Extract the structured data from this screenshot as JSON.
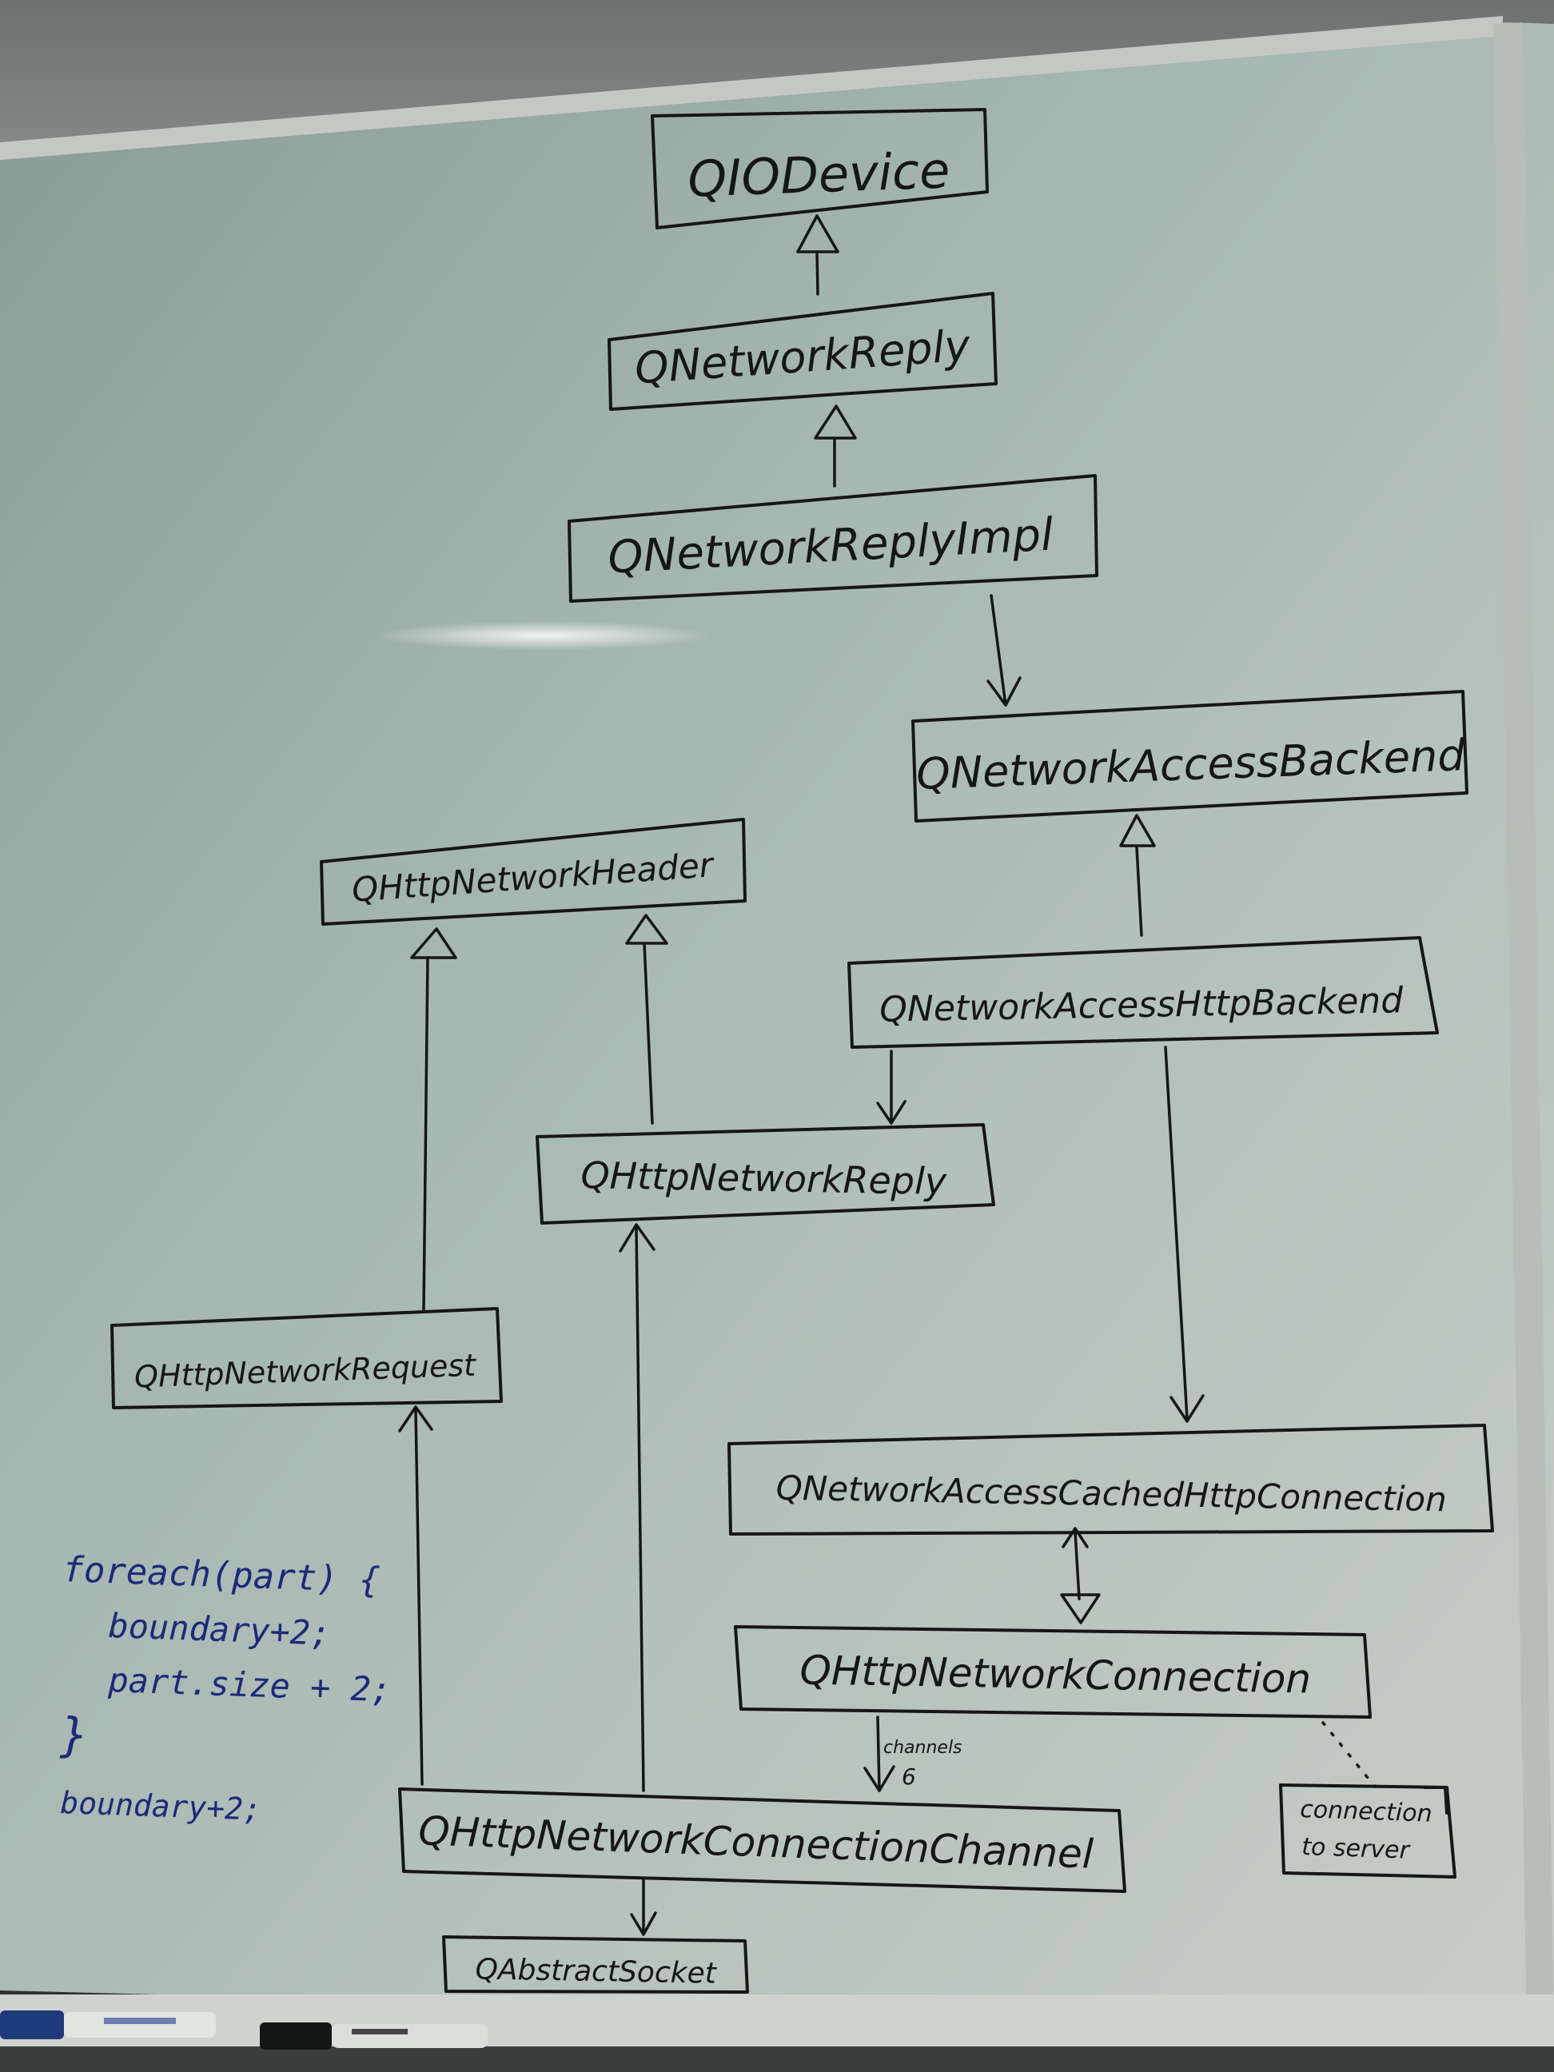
{
  "diagram": {
    "classes": {
      "qiodevice": "QIODevice",
      "qnetworkreply": "QNetworkReply",
      "qnetworkreplyimpl": "QNetworkReplyImpl",
      "qnetworkaccessbackend": "QNetworkAccessBackend",
      "qhttpnetworkheader": "QHttpNetworkHeader",
      "qnetworkaccesshttpbackend": "QNetworkAccessHttpBackend",
      "qhttpnetworkreply": "QHttpNetworkReply",
      "qhttpnetworkrequest": "QHttpNetworkRequest",
      "qnetworkaccesscachedhttpconnection": "QNetworkAccessCachedHttpConnection",
      "qhttpnetworkconnection": "QHttpNetworkConnection",
      "qhttpnetworkconnectionchannel": "QHttpNetworkConnectionChannel",
      "qabstractsocket": "QAbstractSocket"
    },
    "edge_labels": {
      "channels": "channels",
      "channels_count": "6"
    },
    "note": {
      "line1": "connection",
      "line2": "to server"
    },
    "code": {
      "line1": "foreach(part) {",
      "line2": "boundary+2;",
      "line3": "part.size + 2;",
      "line4": "}",
      "line5": "boundary+2;"
    }
  },
  "colors": {
    "board": "#9fb0ab",
    "ink": "#141716",
    "blue_ink": "#1c2a78",
    "frame": "#c9cdc9"
  }
}
